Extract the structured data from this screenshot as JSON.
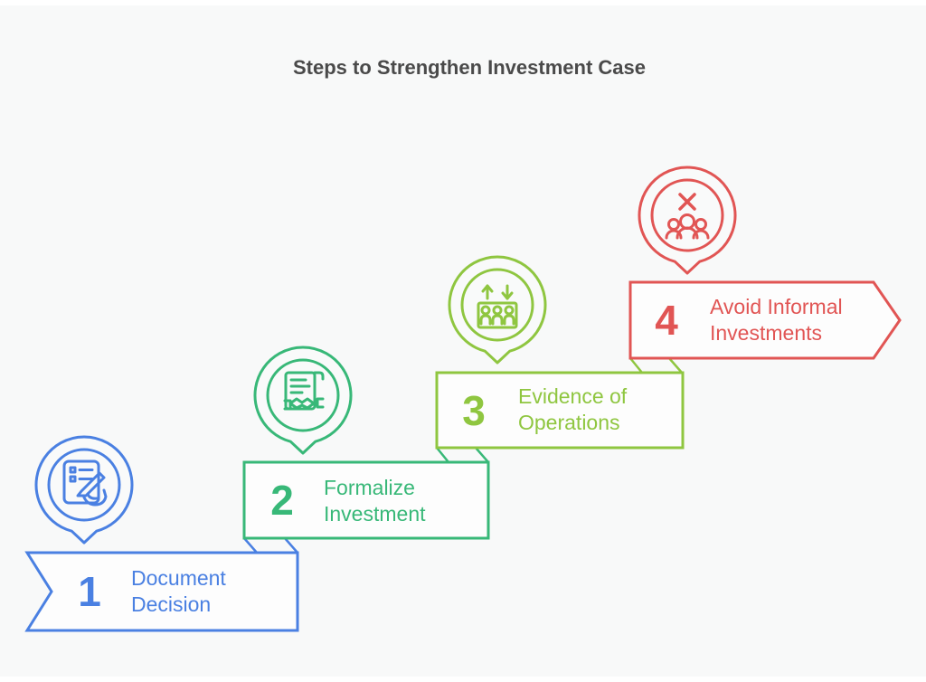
{
  "title": "Steps to Strengthen Investment Case",
  "colors": {
    "title": "#4a4a4a",
    "background": "#f8f9f9",
    "box_fill": "#fdfdfd"
  },
  "steps": [
    {
      "number": "1",
      "line1": "Document",
      "line2": "Decision",
      "color": "#4a80e2",
      "icon": "document-signature-icon"
    },
    {
      "number": "2",
      "line1": "Formalize",
      "line2": "Investment",
      "color": "#38b878",
      "icon": "contract-handshake-icon"
    },
    {
      "number": "3",
      "line1": "Evidence of",
      "line2": "Operations",
      "color": "#8fc640",
      "icon": "elevator-people-icon"
    },
    {
      "number": "4",
      "line1": "Avoid Informal",
      "line2": "Investments",
      "color": "#e15554",
      "icon": "no-informal-investments-icon"
    }
  ]
}
